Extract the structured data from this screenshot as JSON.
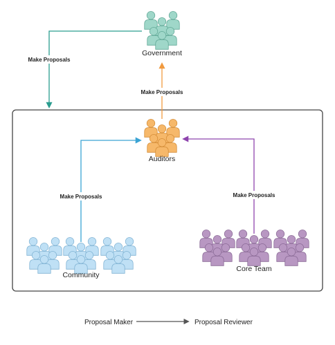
{
  "nodes": {
    "government": {
      "label": "Government",
      "fill": "#9fd7c9",
      "stroke": "#5fa795"
    },
    "auditors": {
      "label": "Auditors",
      "fill": "#f6b86a",
      "stroke": "#d48c36"
    },
    "community": {
      "label": "Community",
      "fill": "#bfe0f5",
      "stroke": "#7fb2d3"
    },
    "core_team": {
      "label": "Core Team",
      "fill": "#b897c2",
      "stroke": "#8a6a96"
    }
  },
  "edges": {
    "government_to_container": {
      "label": "Make Proposals",
      "color": "#2a9d8f"
    },
    "auditors_to_government": {
      "label": "Make Proposals",
      "color": "#f19a3e"
    },
    "community_to_auditors": {
      "label": "Make Proposals",
      "color": "#3aa3d4"
    },
    "core_team_to_auditors": {
      "label": "Make Proposals",
      "color": "#8e44ad"
    }
  },
  "legend": {
    "maker": "Proposal Maker",
    "reviewer": "Proposal Reviewer"
  },
  "colors": {
    "container_stroke": "#444444",
    "legend_arrow": "#555555"
  }
}
